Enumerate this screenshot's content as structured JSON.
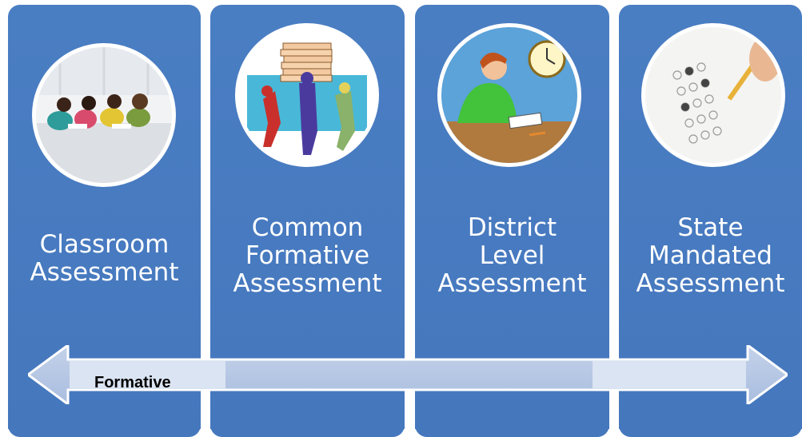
{
  "columns": [
    {
      "title_lines": [
        "Classroom",
        "Assessment"
      ],
      "image": "children-reading-photo"
    },
    {
      "title_lines": [
        "Common",
        "Formative",
        "Assessment"
      ],
      "image": "people-carrying-paper-stack-clipart"
    },
    {
      "title_lines": [
        "District",
        "Level",
        "Assessment"
      ],
      "image": "student-studying-clipart"
    },
    {
      "title_lines": [
        "State",
        "Mandated",
        "Assessment"
      ],
      "image": "bubble-answer-sheet-photo"
    }
  ],
  "arrow": {
    "label": "Formative"
  },
  "colors": {
    "panel": "#4a7ec3",
    "arrow_fill": "#b4c6e4",
    "arrow_light": "#dde6f3",
    "text": "#ffffff"
  }
}
